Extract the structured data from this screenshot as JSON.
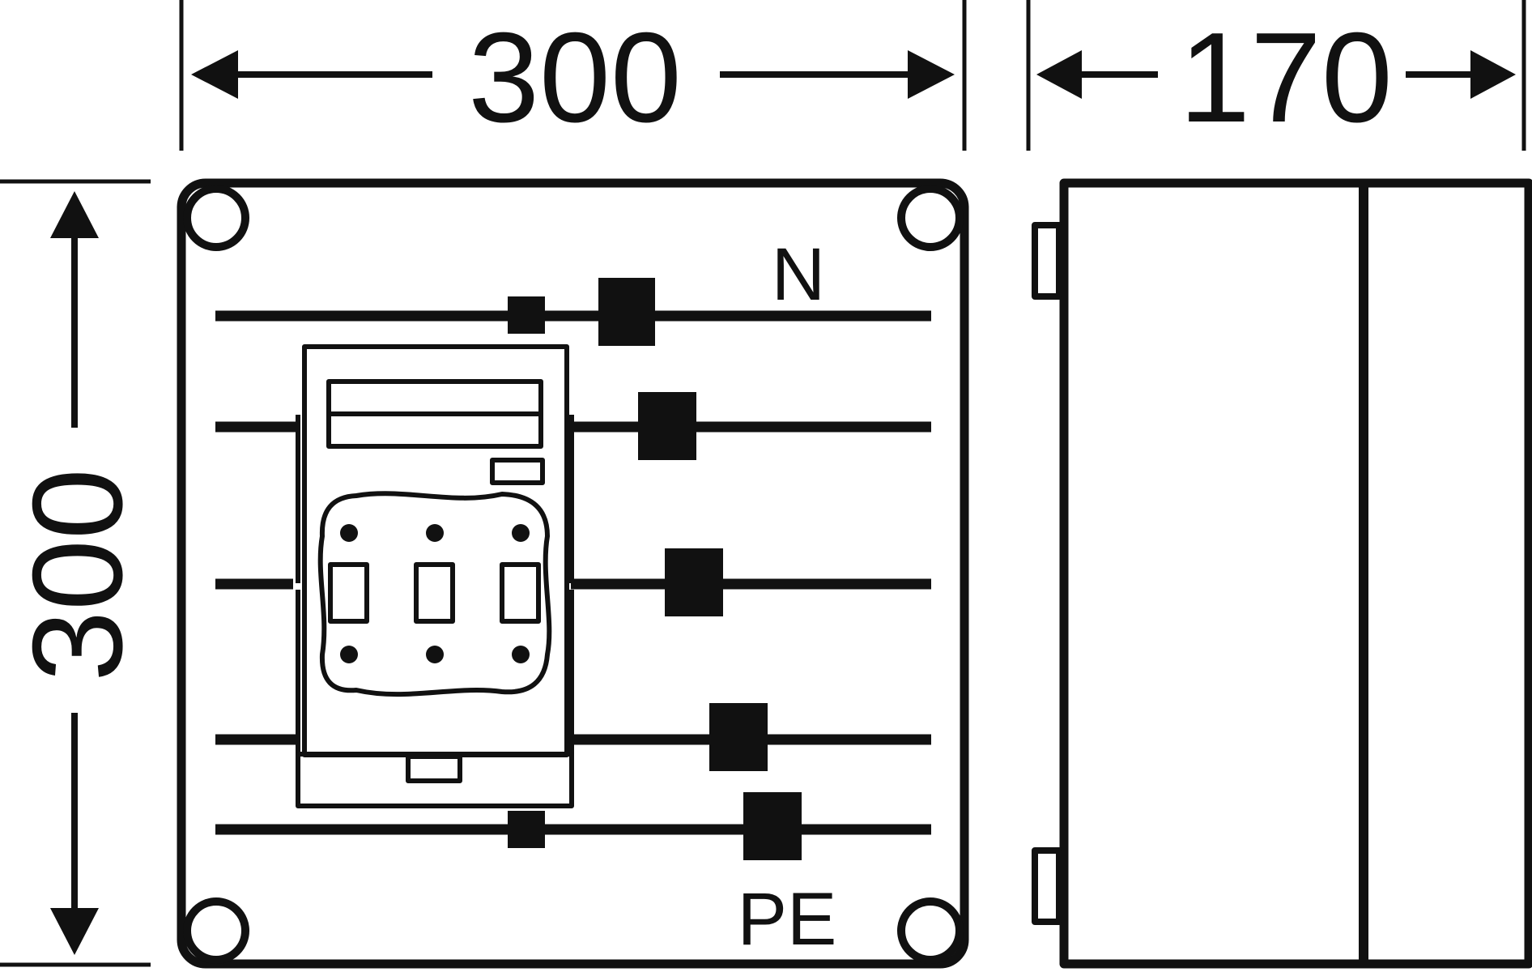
{
  "dimensions": {
    "width": "300",
    "depth": "170",
    "height": "300"
  },
  "labels": {
    "neutral": "N",
    "protective_earth": "PE"
  },
  "colors": {
    "line": "#111111",
    "background": "#ffffff"
  }
}
